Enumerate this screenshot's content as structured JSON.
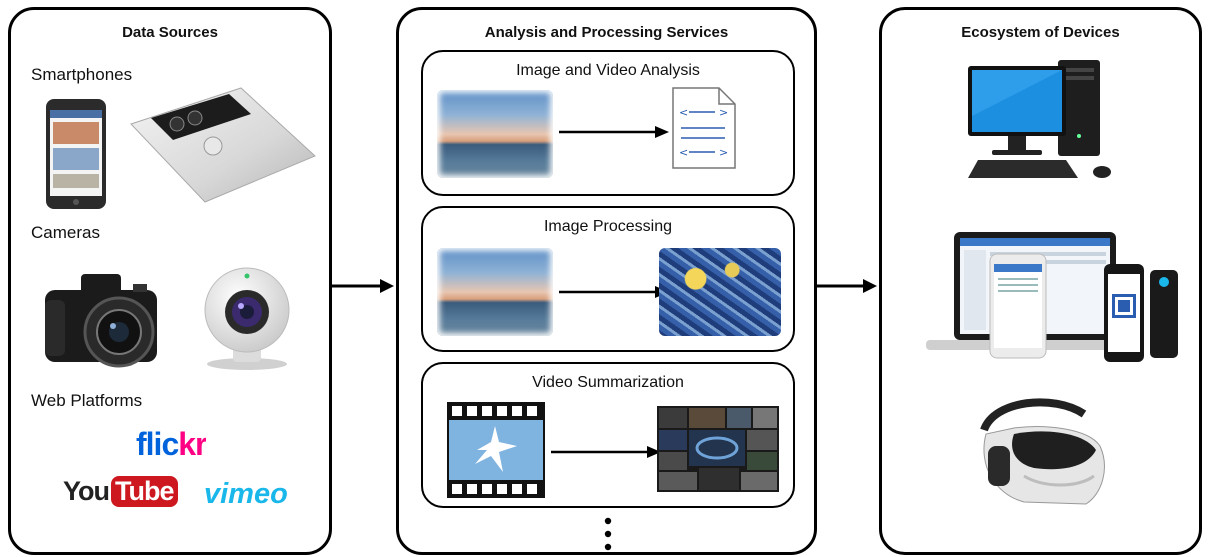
{
  "panels": {
    "data_sources": {
      "title": "Data Sources",
      "sections": {
        "smartphones": "Smartphones",
        "cameras": "Cameras",
        "web_platforms": "Web Platforms"
      },
      "logos": {
        "flickr": "flickr",
        "youtube_you": "You",
        "youtube_tube": "Tube",
        "vimeo": "vimeo"
      }
    },
    "services": {
      "title": "Analysis and Processing Services",
      "items": [
        {
          "label": "Image and Video Analysis"
        },
        {
          "label": "Image Processing"
        },
        {
          "label": "Video Summarization"
        }
      ]
    },
    "devices": {
      "title": "Ecosystem of Devices"
    }
  },
  "colors": {
    "border": "#000000",
    "flickr_blue": "#0063dc",
    "flickr_pink": "#ff0084",
    "youtube_red": "#cc181e",
    "vimeo_blue": "#1ab7ea"
  }
}
